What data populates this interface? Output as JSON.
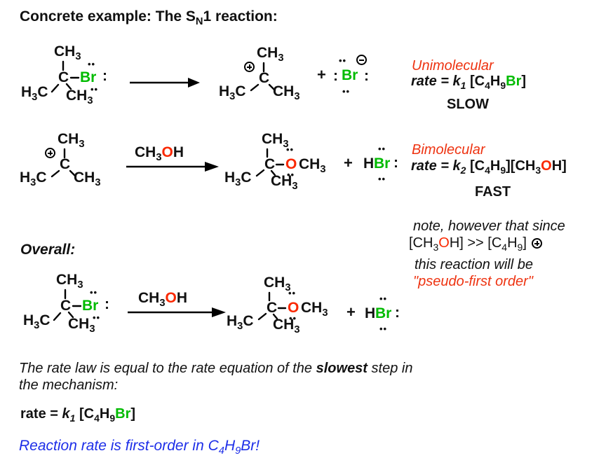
{
  "colors": {
    "green": "#00bb00",
    "red": "#ee3311",
    "atom_red": "#fa2800",
    "blue": "#1d2ee8"
  },
  "symbols": {
    "lp": "••",
    "colon": ":",
    "plus": "+"
  },
  "atoms": {
    "c": "C",
    "br": "Br",
    "o": "O",
    "h": "H",
    "ch": "CH",
    "sub3": "3"
  },
  "title_tokens": [
    {
      "t": "Concrete example: The S",
      "b": 1
    },
    {
      "t": "N",
      "b": 1,
      "s": 1
    },
    {
      "t": "1 reaction:",
      "b": 1
    }
  ],
  "rx1": {
    "label": "Unimolecular",
    "rate_tokens": [
      {
        "t": "rate = k",
        "b": 1,
        "i": 1
      },
      {
        "t": "1",
        "b": 1,
        "i": 1,
        "s": 1
      },
      {
        "t": " [C",
        "b": 1
      },
      {
        "t": "4",
        "b": 1,
        "s": 1
      },
      {
        "t": "H",
        "b": 1
      },
      {
        "t": "9",
        "b": 1,
        "s": 1
      },
      {
        "t": "Br",
        "b": 1,
        "c": "green"
      },
      {
        "t": "]",
        "b": 1
      }
    ],
    "speed": "SLOW"
  },
  "rx2": {
    "label": "Bimolecular",
    "reagent_tokens": [
      {
        "t": "CH",
        "b": 1
      },
      {
        "t": "3",
        "b": 1,
        "s": 1
      },
      {
        "t": "O",
        "b": 1,
        "c": "atom_red"
      },
      {
        "t": "H",
        "b": 1
      }
    ],
    "rate_tokens": [
      {
        "t": "rate = k",
        "b": 1,
        "i": 1
      },
      {
        "t": "2",
        "b": 1,
        "i": 1,
        "s": 1
      },
      {
        "t": " [C",
        "b": 1
      },
      {
        "t": "4",
        "b": 1,
        "s": 1
      },
      {
        "t": "H",
        "b": 1
      },
      {
        "t": "9",
        "b": 1,
        "s": 1
      },
      {
        "t": "][CH",
        "b": 1
      },
      {
        "t": "3",
        "b": 1,
        "s": 1
      },
      {
        "t": "O",
        "b": 1,
        "c": "atom_red"
      },
      {
        "t": "H]",
        "b": 1
      }
    ],
    "speed": "FAST"
  },
  "note": {
    "line1": "note, however that since",
    "line2_tokens": [
      {
        "t": "[CH"
      },
      {
        "t": "3",
        "s": 1
      },
      {
        "t": "O",
        "c": "atom_red"
      },
      {
        "t": "H] >> [C"
      },
      {
        "t": "4",
        "s": 1
      },
      {
        "t": "H"
      },
      {
        "t": "9",
        "s": 1
      },
      {
        "t": "] "
      }
    ],
    "line3": "this reaction will be",
    "line4": "\"pseudo-first order\""
  },
  "overall_label": "Overall:",
  "overall_reagent_tokens": [
    {
      "t": "CH",
      "b": 1
    },
    {
      "t": "3",
      "b": 1,
      "s": 1
    },
    {
      "t": "O",
      "b": 1,
      "c": "atom_red"
    },
    {
      "t": "H",
      "b": 1
    }
  ],
  "footer": {
    "line1_tokens": [
      {
        "t": "The rate law is equal to the rate equation of the ",
        "i": 1
      },
      {
        "t": "slowest",
        "i": 1,
        "b": 1
      },
      {
        "t": " step in",
        "i": 1
      }
    ],
    "line2": "the mechanism:",
    "rate_tokens": [
      {
        "t": "rate = ",
        "b": 1
      },
      {
        "t": "k",
        "b": 1,
        "i": 1
      },
      {
        "t": "1",
        "b": 1,
        "i": 1,
        "s": 1
      },
      {
        "t": " [C",
        "b": 1
      },
      {
        "t": "4",
        "b": 1,
        "s": 1
      },
      {
        "t": "H",
        "b": 1
      },
      {
        "t": "9",
        "b": 1,
        "s": 1
      },
      {
        "t": "Br",
        "b": 1,
        "c": "green"
      },
      {
        "t": "]",
        "b": 1
      }
    ],
    "conclusion_tokens": [
      {
        "t": "Reaction rate is first-order in C"
      },
      {
        "t": "4",
        "s": 1
      },
      {
        "t": "H"
      },
      {
        "t": "9",
        "s": 1
      },
      {
        "t": "Br!"
      }
    ]
  }
}
